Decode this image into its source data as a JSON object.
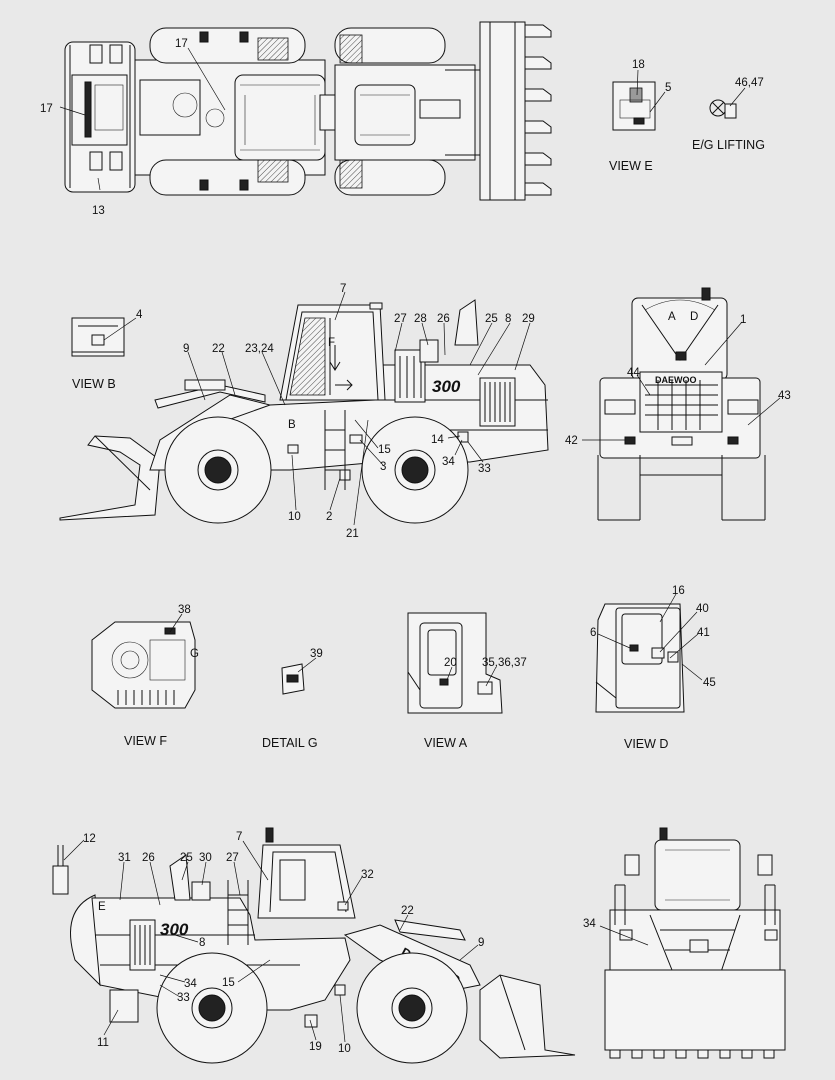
{
  "captions": {
    "view_e": "VIEW E",
    "eg_lifting": "E/G LIFTING",
    "view_b": "VIEW  B",
    "view_f": "VIEW  F",
    "detail_g": "DETAIL G",
    "view_a": "VIEW  A",
    "view_d": "VIEW  D"
  },
  "brand_text": "DAEWOO",
  "model_text": "300",
  "view_letters": {
    "a": "A",
    "b": "B",
    "d": "D",
    "e": "E",
    "f": "F",
    "g": "G"
  },
  "callouts": {
    "top_view": [
      "17",
      "17",
      "13"
    ],
    "view_e": [
      "18",
      "5"
    ],
    "eg_lifting": [
      "46,47"
    ],
    "view_b": [
      "4"
    ],
    "side_view": [
      "7",
      "27",
      "28",
      "26",
      "25",
      "8",
      "29",
      "9",
      "22",
      "23,24",
      "15",
      "3",
      "14",
      "34",
      "33",
      "10",
      "2",
      "21"
    ],
    "front_view": [
      "1",
      "44",
      "43",
      "42"
    ],
    "view_f": [
      "38"
    ],
    "detail_g": [
      "39"
    ],
    "view_a": [
      "20",
      "35,36,37"
    ],
    "view_d": [
      "16",
      "6",
      "40",
      "41",
      "45"
    ],
    "rear_side_view": [
      "12",
      "7",
      "31",
      "26",
      "25",
      "30",
      "27",
      "32",
      "22",
      "9",
      "8",
      "15",
      "34",
      "33",
      "11",
      "19",
      "10"
    ],
    "rear_view": [
      "34"
    ]
  }
}
